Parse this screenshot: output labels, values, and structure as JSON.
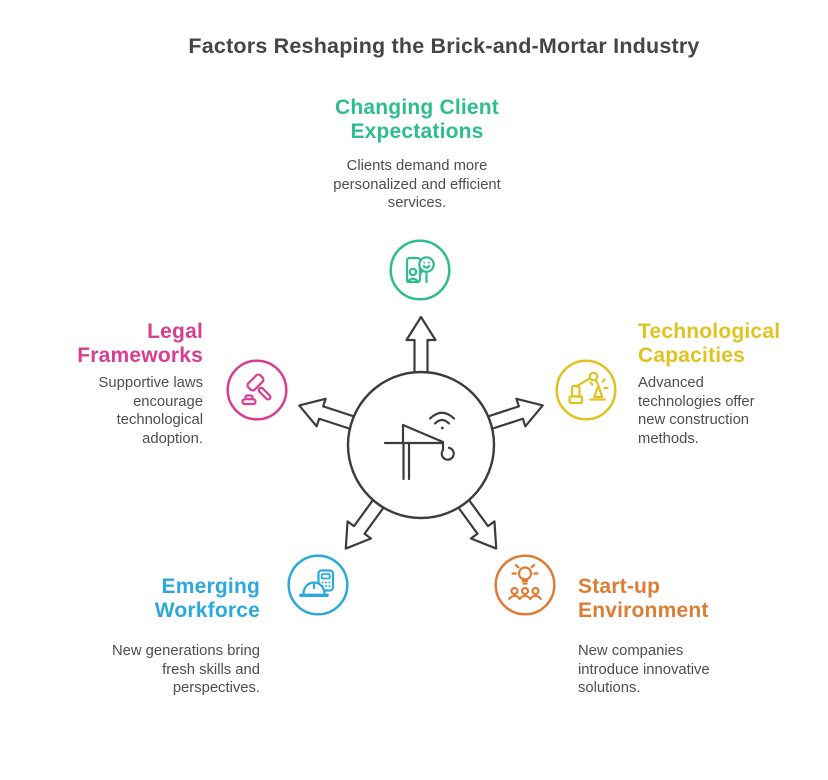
{
  "title": "Factors Reshaping the Brick-and-Mortar Industry",
  "colors": {
    "title_text": "#454545",
    "body_text": "#4E4E4E",
    "outline": "#3C3C3C",
    "background": "#FFFFFF"
  },
  "center": {
    "icon": "smart-crane-icon",
    "arrow_count": 5
  },
  "factors": [
    {
      "name": "changing-client-expectations",
      "position": "top",
      "heading_lines": [
        "Changing Client",
        "Expectations"
      ],
      "description_lines": [
        "Clients demand more",
        "personalized and efficient",
        "services."
      ],
      "color": "#2EBE8D",
      "icon": "customer-feedback-icon"
    },
    {
      "name": "technological-capacities",
      "position": "right",
      "heading_lines": [
        "Technological",
        "Capacities"
      ],
      "description_lines": [
        "Advanced",
        "technologies offer",
        "new construction",
        "methods."
      ],
      "color": "#E0C321",
      "icon": "robotic-arm-icon"
    },
    {
      "name": "start-up-environment",
      "position": "bottom-right",
      "heading_lines": [
        "Start-up",
        "Environment"
      ],
      "description_lines": [
        "New companies",
        "introduce innovative",
        "solutions."
      ],
      "color": "#DD7D33",
      "icon": "lightbulb-team-icon"
    },
    {
      "name": "emerging-workforce",
      "position": "bottom-left",
      "heading_lines": [
        "Emerging",
        "Workforce"
      ],
      "description_lines": [
        "New generations bring",
        "fresh skills and",
        "perspectives."
      ],
      "color": "#2BA9DC",
      "icon": "hardhat-calculator-icon"
    },
    {
      "name": "legal-frameworks",
      "position": "left",
      "heading_lines": [
        "Legal",
        "Frameworks"
      ],
      "description_lines": [
        "Supportive laws",
        "encourage",
        "technological",
        "adoption."
      ],
      "color": "#D93D92",
      "icon": "gavel-icon"
    }
  ]
}
